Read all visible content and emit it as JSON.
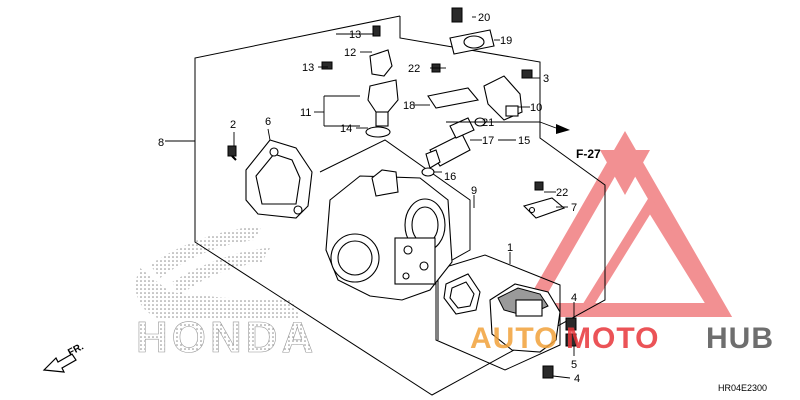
{
  "callouts": {
    "c1": "1",
    "c2": "2",
    "c3": "3",
    "c4a": "4",
    "c4b": "4",
    "c5": "5",
    "c6": "6",
    "c7": "7",
    "c8": "8",
    "c9": "9",
    "c10": "10",
    "c11": "11",
    "c12": "12",
    "c13a": "13",
    "c13b": "13",
    "c14": "14",
    "c15": "15",
    "c16": "16",
    "c17": "17",
    "c18": "18",
    "c19": "19",
    "c20": "20",
    "c21": "21",
    "c22a": "22",
    "c22b": "22"
  },
  "labels": {
    "direction": "FR.",
    "section_ref": "F-27",
    "diagram_code": "HR04E2300"
  },
  "brand": {
    "honda_text": "HONDA",
    "watermark_part1": "AUTO",
    "watermark_part2": "MOTO",
    "watermark_part3": "HUB"
  },
  "colors": {
    "watermark_red": "#e8363a",
    "watermark_orange": "#f2a23a",
    "watermark_dark": "#555555"
  }
}
